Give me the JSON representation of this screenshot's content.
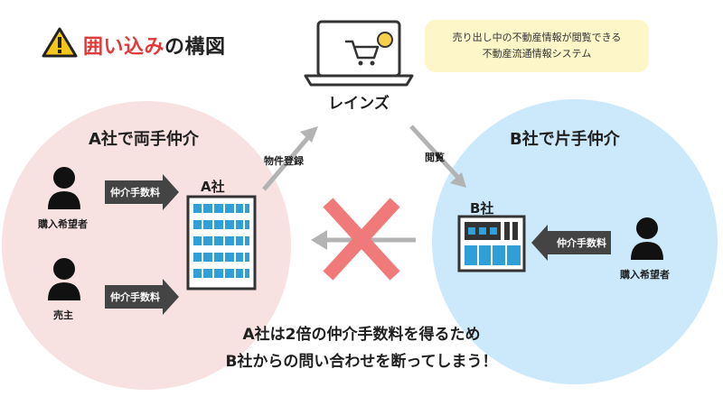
{
  "title": {
    "warning_icon": "warning-icon",
    "part_red": "囲い込み",
    "part_dark": "の構図"
  },
  "note": {
    "line1": "売り出し中の不動産情報が閲覧できる",
    "line2": "不動産流通情報システム"
  },
  "reins": {
    "label": "レインズ",
    "icon": "laptop-cart-icon"
  },
  "left": {
    "heading": "A社で両手仲介",
    "company": "A社",
    "buyer_label": "購入希望者",
    "seller_label": "売主",
    "fee_label_top": "仲介手数料",
    "fee_label_bottom": "仲介手数料"
  },
  "right": {
    "heading": "B社で片手仲介",
    "company": "B社",
    "buyer_label": "購入希望者",
    "fee_label": "仲介手数料"
  },
  "flows": {
    "register": "物件登録",
    "view": "閲覧"
  },
  "bottom": {
    "line1": "A社は2倍の仲介手数料を得るため",
    "line2": "B社からの問い合わせを断ってしまう！"
  },
  "colors": {
    "title_red": "#e23a3a",
    "circle_a": "#f7e1e1",
    "circle_b": "#cbe9fb",
    "note_bg": "#fdf6c8",
    "building_blue": "#2f9fd8",
    "cross_red": "#f07a7a",
    "arrow_gray": "#b3b3b3",
    "label_arrow_dark": "#444444"
  }
}
